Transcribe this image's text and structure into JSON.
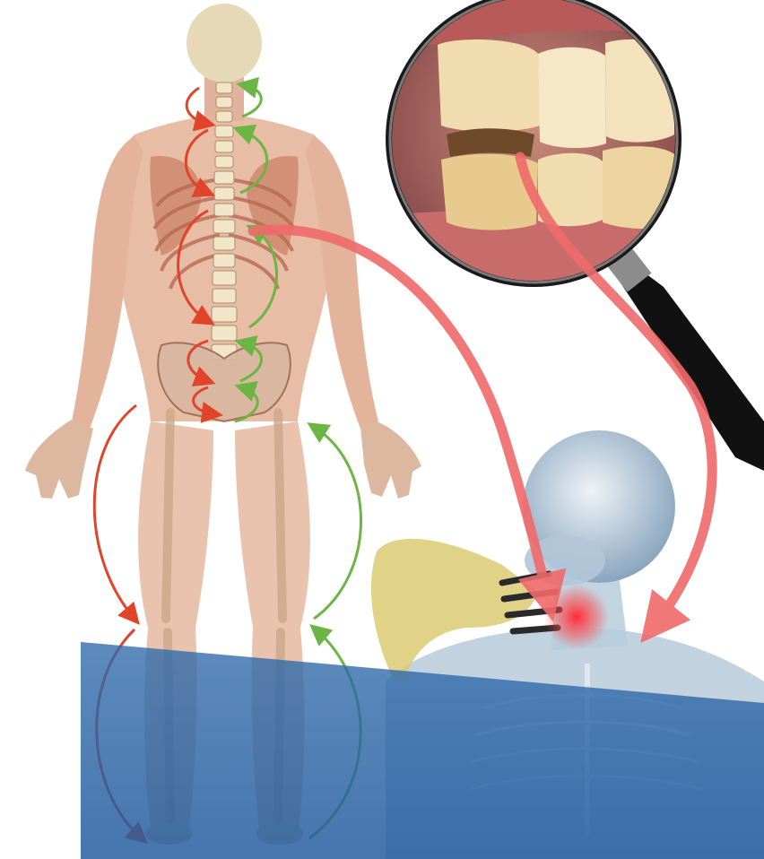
{
  "illustration": {
    "figures": [
      "back-skeleton-figure",
      "tooth-magnifier",
      "neck-pain-figure"
    ],
    "icons": [
      "magnifying-glass-icon",
      "pain-spot-icon"
    ]
  },
  "colors": {
    "background": "#ffffff",
    "skin": "#e6b8a0",
    "bone": "#f2e6c8",
    "red_arrow": "#e0442a",
    "green_arrow": "#6cb444",
    "pink_arrow": "#ef6a6a",
    "blue_overlay": "#2f6aab",
    "tooth": "#f1dcb0",
    "gum": "#c76b6b",
    "xray_skull": "#c8d9e6",
    "xray_arm": "#d8c86a",
    "pain": "#ff2a3a"
  }
}
